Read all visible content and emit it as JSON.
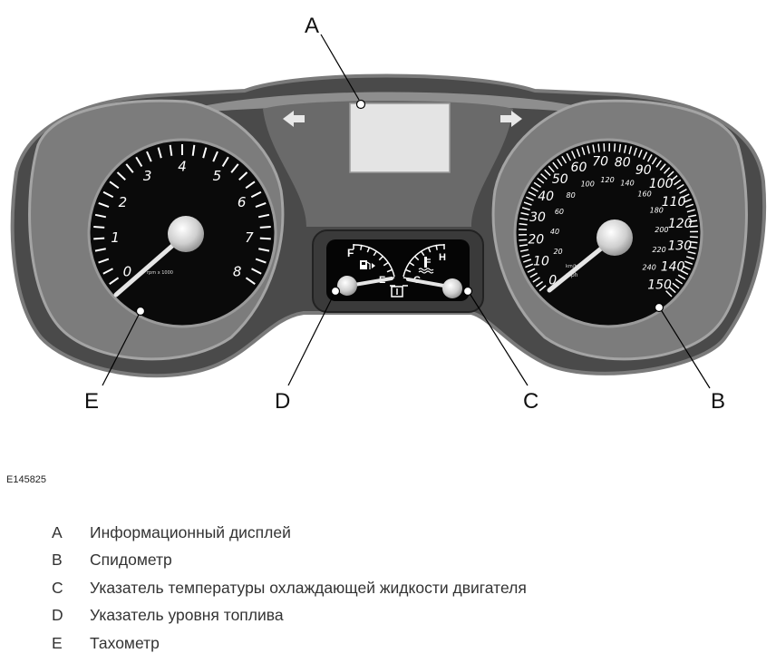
{
  "figure_code": "E145825",
  "callouts": {
    "a": "A",
    "b": "B",
    "c": "C",
    "d": "D",
    "e": "E"
  },
  "gauges": {
    "tachometer": {
      "numbers": [
        "0",
        "1",
        "2",
        "3",
        "4",
        "5",
        "6",
        "7",
        "8"
      ],
      "unit": "rpm x 1000"
    },
    "speedometer": {
      "mph": [
        "0",
        "10",
        "20",
        "30",
        "40",
        "50",
        "60",
        "70",
        "80",
        "90",
        "100",
        "110",
        "120",
        "130",
        "140",
        "150"
      ],
      "kmh": [
        "20",
        "40",
        "60",
        "80",
        "100",
        "120",
        "140",
        "160",
        "180",
        "200",
        "220",
        "240"
      ],
      "unit_mph": "mph",
      "unit_kmh": "km/h"
    },
    "fuel": {
      "full": "F",
      "empty": "E"
    },
    "temperature": {
      "hot": "H",
      "cold": "C"
    }
  },
  "legend": [
    {
      "key": "A",
      "text": "Информационный дисплей"
    },
    {
      "key": "B",
      "text": "Спидометр"
    },
    {
      "key": "C",
      "text": "Указатель температуры охлаждающей жидкости двигателя"
    },
    {
      "key": "D",
      "text": "Указатель уровня топлива"
    },
    {
      "key": "E",
      "text": "Тахометр"
    }
  ]
}
